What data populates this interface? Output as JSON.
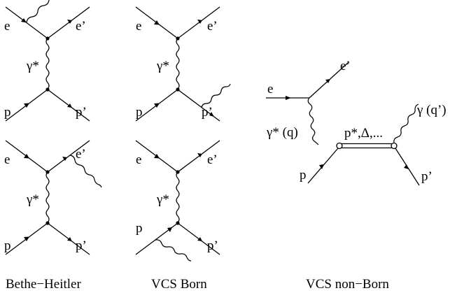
{
  "labels": {
    "e": "e",
    "e_prime": "e’",
    "p": "p",
    "p_prime": "p’",
    "gamma_star": "γ*",
    "gamma_star_q": "γ* (q)",
    "gamma_q_prime": "γ (q’)",
    "intermediate": "p*,Δ,..."
  },
  "captions": {
    "bethe_heitler": "Bethe−Heitler",
    "vcs_born": "VCS Born",
    "vcs_non_born": "VCS non−Born"
  }
}
